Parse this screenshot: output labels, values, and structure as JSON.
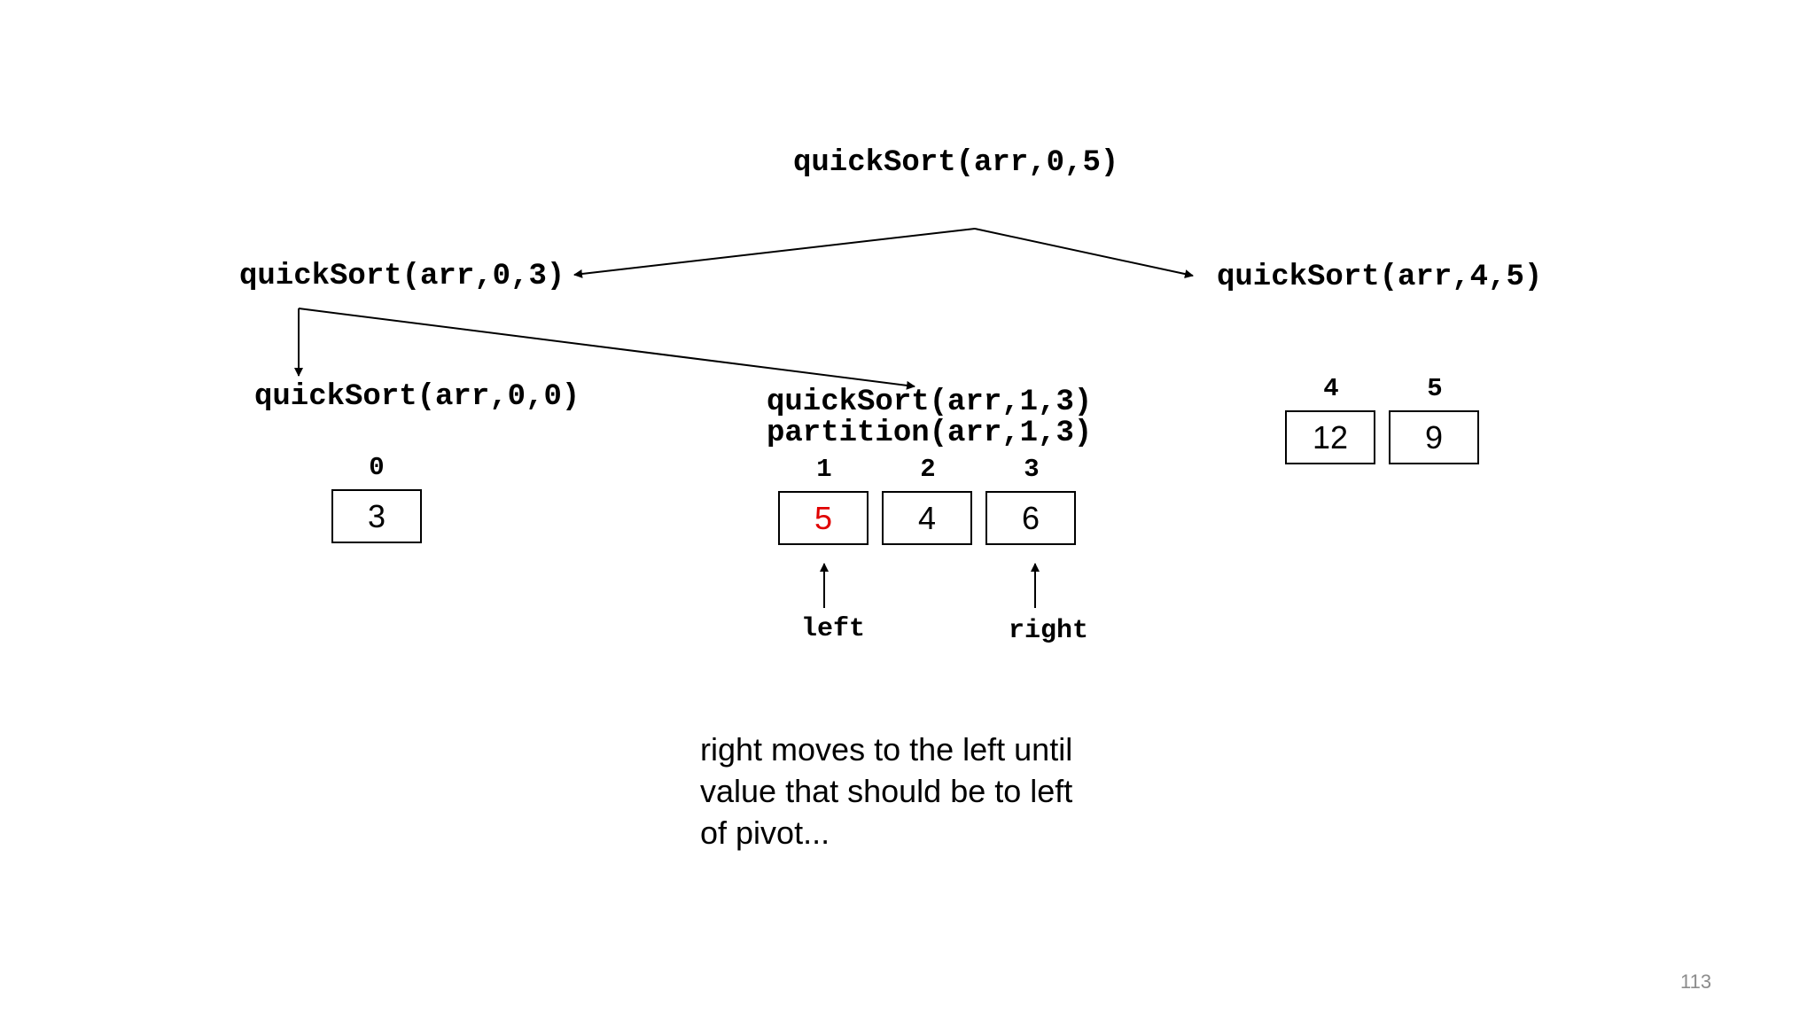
{
  "calls": {
    "root": "quickSort(arr,0,5)",
    "left": "quickSort(arr,0,3)",
    "right": "quickSort(arr,4,5)",
    "left_left": "quickSort(arr,0,0)",
    "left_right": "quickSort(arr,1,3)",
    "partition": "partition(arr,1,3)"
  },
  "array_0_0": {
    "indices": [
      "0"
    ],
    "values": [
      "3"
    ]
  },
  "array_1_3": {
    "indices": [
      "1",
      "2",
      "3"
    ],
    "values": [
      "5",
      "4",
      "6"
    ],
    "pivot_color": "#e00000"
  },
  "array_4_5": {
    "indices": [
      "4",
      "5"
    ],
    "values": [
      "12",
      "9"
    ]
  },
  "pointers": {
    "left": "left",
    "right": "right"
  },
  "note": {
    "lines": [
      "right moves to the left until",
      "value that should be to left",
      "of pivot..."
    ]
  },
  "page_number": "113"
}
